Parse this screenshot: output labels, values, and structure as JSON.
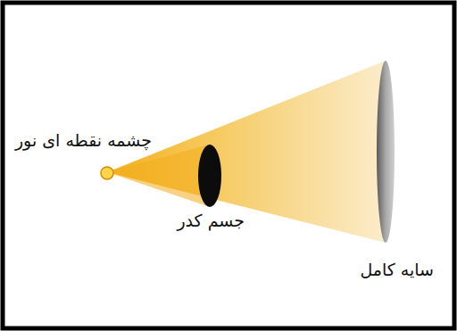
{
  "diagram": {
    "labels": [
      "چشمه نقطه ای نور",
      "جسم کدر",
      "سایه کامل"
    ]
  }
}
